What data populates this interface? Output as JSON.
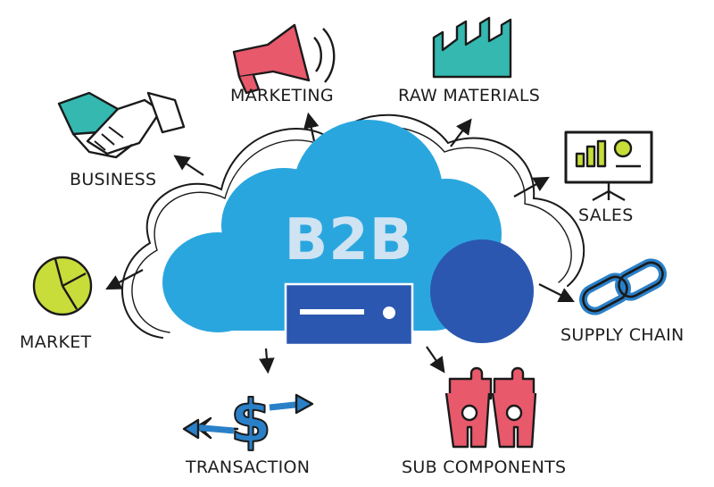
{
  "center": {
    "title": "B2B"
  },
  "nodes": {
    "marketing": "MARKETING",
    "raw_materials": "RAW MATERIALS",
    "business": "BUSINESS",
    "sales": "SALES",
    "market": "MARKET",
    "supply_chain": "SUPPLY CHAIN",
    "transaction": "TRANSACTION",
    "sub_components": "SUB COMPONENTS"
  },
  "icons": {
    "marketing": "megaphone-icon",
    "raw_materials": "factory-icon",
    "business": "handshake-icon",
    "sales": "presentation-board-icon",
    "market": "pie-chart-icon",
    "supply_chain": "chain-link-icon",
    "transaction": "dollar-exchange-icon",
    "sub_components": "puzzle-people-icon"
  },
  "colors": {
    "cloud_light": "#2aa6de",
    "cloud_dark": "#2b57b0",
    "server": "#2b57b0",
    "teal": "#34b8b0",
    "red": "#e8596c",
    "lime": "#c8dc3a",
    "blue": "#2a80c8",
    "outline": "#1a1a1a"
  }
}
